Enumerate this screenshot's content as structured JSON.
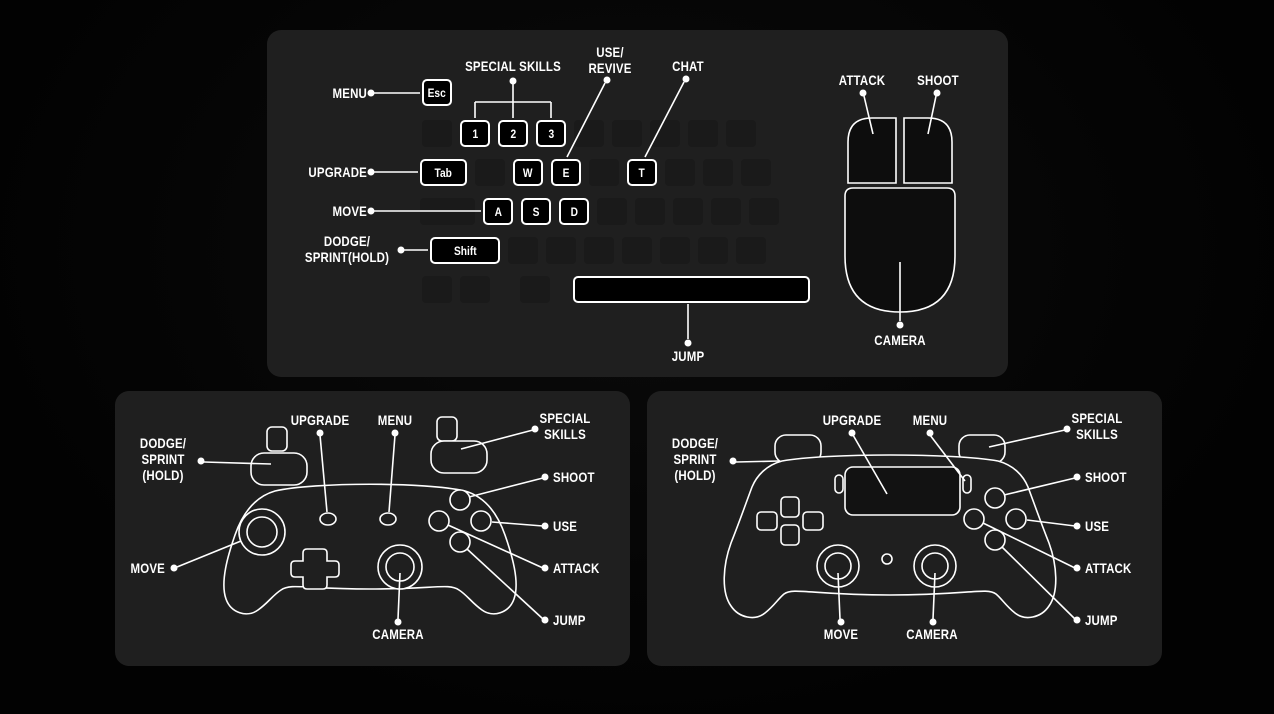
{
  "colors": {
    "background": "#050505",
    "panel": "#1f1f1f",
    "line": "#ffffff",
    "key_dim": "#1a1a1a",
    "key_highlight_bg": "#000000"
  },
  "kbm": {
    "labels": {
      "menu": "MENU",
      "special_skills": "SPECIAL SKILLS",
      "use_revive": "USE/\nREVIVE",
      "chat": "CHAT",
      "upgrade": "UPGRADE",
      "move": "MOVE",
      "dodge_sprint": "DODGE/\nSPRINT(HOLD)",
      "jump": "JUMP",
      "attack": "ATTACK",
      "shoot": "SHOOT",
      "camera": "CAMERA"
    },
    "keys": {
      "esc": "Esc",
      "one": "1",
      "two": "2",
      "three": "3",
      "tab": "Tab",
      "w": "W",
      "e": "E",
      "t": "T",
      "a": "A",
      "s": "S",
      "d": "D",
      "shift": "Shift"
    }
  },
  "xbox": {
    "labels": {
      "upgrade": "UPGRADE",
      "menu": "MENU",
      "special_skills": "SPECIAL\nSKILLS",
      "dodge_sprint": "DODGE/\nSPRINT\n(HOLD)",
      "shoot": "SHOOT",
      "use": "USE",
      "attack": "ATTACK",
      "jump": "JUMP",
      "move": "MOVE",
      "camera": "CAMERA"
    }
  },
  "ps": {
    "labels": {
      "upgrade": "UPGRADE",
      "menu": "MENU",
      "special_skills": "SPECIAL\nSKILLS",
      "dodge_sprint": "DODGE/\nSPRINT\n(HOLD)",
      "shoot": "SHOOT",
      "use": "USE",
      "attack": "ATTACK",
      "jump": "JUMP",
      "move": "MOVE",
      "camera": "CAMERA"
    }
  }
}
